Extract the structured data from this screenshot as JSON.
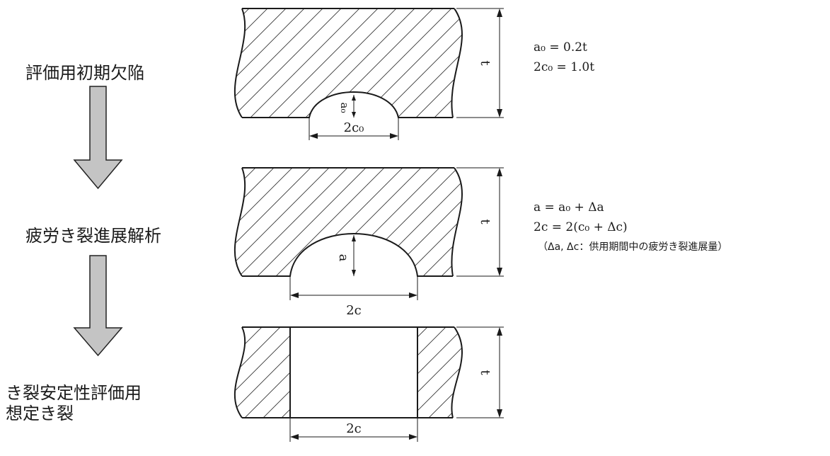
{
  "stages": [
    {
      "label_lines": [
        "評価用初期欠陥"
      ],
      "thickness_label": "t",
      "depth_label": "a₀",
      "width_label": "2c₀",
      "formulas": [
        "a₀ = 0.2t",
        "2c₀ = 1.0t"
      ],
      "note": ""
    },
    {
      "label_lines": [
        "疲労き裂進展解析"
      ],
      "thickness_label": "t",
      "depth_label": "a",
      "width_label": "2c",
      "formulas": [
        "a = a₀ + Δa",
        "2c = 2(c₀ + Δc)"
      ],
      "note": "（Δa, Δc：供用期間中の疲労き裂進展量）"
    },
    {
      "label_lines": [
        "き裂安定性評価用",
        "想定き裂"
      ],
      "thickness_label": "t",
      "depth_label": "",
      "width_label": "2c",
      "formulas": [],
      "note": ""
    }
  ],
  "colors": {
    "arrow_fill": "#c4c4c4",
    "arrow_stroke": "#222222",
    "line": "#1a1a1a",
    "background": "#ffffff"
  }
}
